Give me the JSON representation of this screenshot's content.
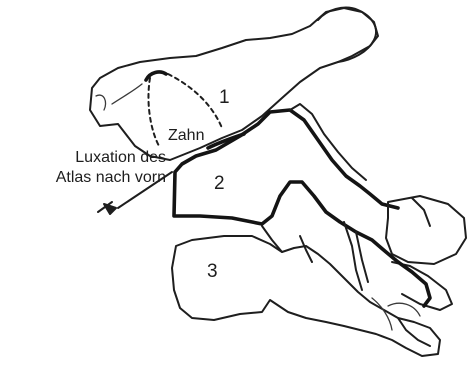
{
  "labels": {
    "vertebra_1": "1",
    "vertebra_2": "2",
    "vertebra_3": "3",
    "dens": "Zahn"
  },
  "caption": {
    "line1": "Luxation des",
    "line2": "Atlas nach vorn"
  },
  "colors": {
    "ink": "#1e1e1e",
    "background": "#ffffff"
  }
}
